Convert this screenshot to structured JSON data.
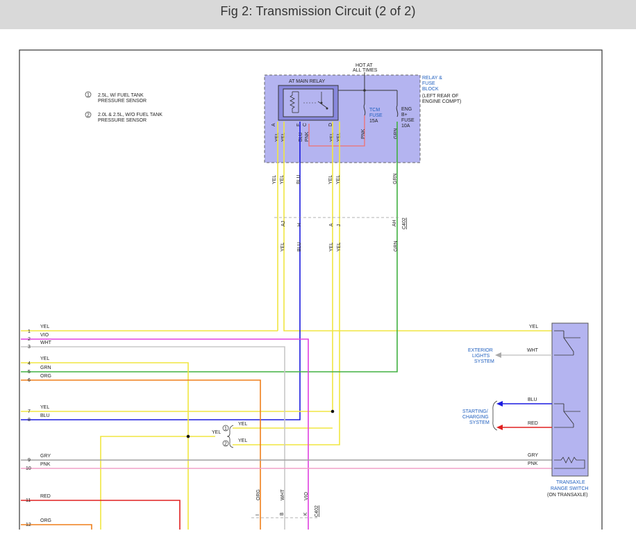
{
  "header": {
    "title": "Fig 2: Transmission Circuit (2 of 2)"
  },
  "legend": [
    {
      "mark": "1",
      "lines": [
        "2.5L, W/ FUEL TANK",
        "PRESSURE SENSOR"
      ]
    },
    {
      "mark": "2",
      "lines": [
        "2.0L & 2.5L, W/O FUEL TANK",
        "PRESSURE SENSOR"
      ]
    }
  ],
  "relay_block": {
    "hot_label": [
      "HOT AT",
      "ALL TIMES"
    ],
    "relay_name": "AT MAIN RELAY",
    "block_label": [
      "RELAY &",
      "FUSE",
      "BLOCK"
    ],
    "block_location": [
      "(LEFT REAR OF",
      "ENGINE COMPT)"
    ],
    "tcm_fuse": [
      "TCM",
      "FUSE",
      "15A"
    ],
    "eng_fuse": [
      "ENG",
      "B+",
      "FUSE",
      "10A"
    ],
    "pins": [
      "A",
      "E",
      "C",
      "D"
    ],
    "wire_labels": [
      "YEL",
      "YEL",
      "BLU",
      "PNK",
      "YEL",
      "YEL",
      "PNK",
      "GRN"
    ]
  },
  "connector_c402": {
    "name": "C402",
    "pins": [
      "AJ",
      "H",
      "A",
      "J",
      "AH"
    ],
    "wire_labels_above": [
      "YEL",
      "YEL",
      "BLU",
      "YEL",
      "YEL",
      "GRN"
    ],
    "wire_labels_below": [
      "YEL",
      "BLU",
      "YEL",
      "YEL",
      "GRN"
    ]
  },
  "left_rows": [
    {
      "num": "1",
      "label": "YEL"
    },
    {
      "num": "2",
      "label": "VIO"
    },
    {
      "num": "3",
      "label": "WHT"
    },
    {
      "num": "4",
      "label": "YEL"
    },
    {
      "num": "5",
      "label": "GRN"
    },
    {
      "num": "6",
      "label": "ORG"
    },
    {
      "num": "7",
      "label": "YEL"
    },
    {
      "num": "8",
      "label": "BLU"
    },
    {
      "num": "9",
      "label": "GRY"
    },
    {
      "num": "10",
      "label": "PNK"
    },
    {
      "num": "11",
      "label": "RED"
    },
    {
      "num": "12",
      "label": "ORG"
    }
  ],
  "splice": {
    "in_label": "YEL",
    "out1": "YEL",
    "out2": "YEL",
    "mark1": "1",
    "mark2": "2"
  },
  "range_switch": {
    "name": [
      "TRANSAXLE",
      "RANGE SWITCH",
      "(ON TRANSAXLE)"
    ],
    "wires": [
      "YEL",
      "WHT",
      "BLU",
      "RED",
      "GRY",
      "PNK"
    ],
    "exterior": [
      "EXTERIOR",
      "LIGHTS",
      "SYSTEM"
    ],
    "starting": [
      "STARTING/",
      "CHARGING",
      "SYSTEM"
    ]
  },
  "bottom_connector": {
    "name": "C402",
    "pins": [
      "I",
      "B",
      "K"
    ],
    "wire_labels": [
      "ORG",
      "WHT",
      "VIO"
    ]
  },
  "colors": {
    "yellow": "#f0e640",
    "violet": "#e040e0",
    "white_wire": "#c8c8c8",
    "green": "#40b040",
    "orange": "#ef7f1a",
    "blue": "#1a1ae0",
    "gray": "#a0a0a0",
    "pink": "#f0a0c8",
    "red": "#e02020",
    "box": "#b4b4f0",
    "label_blue": "#1f5fbf"
  }
}
